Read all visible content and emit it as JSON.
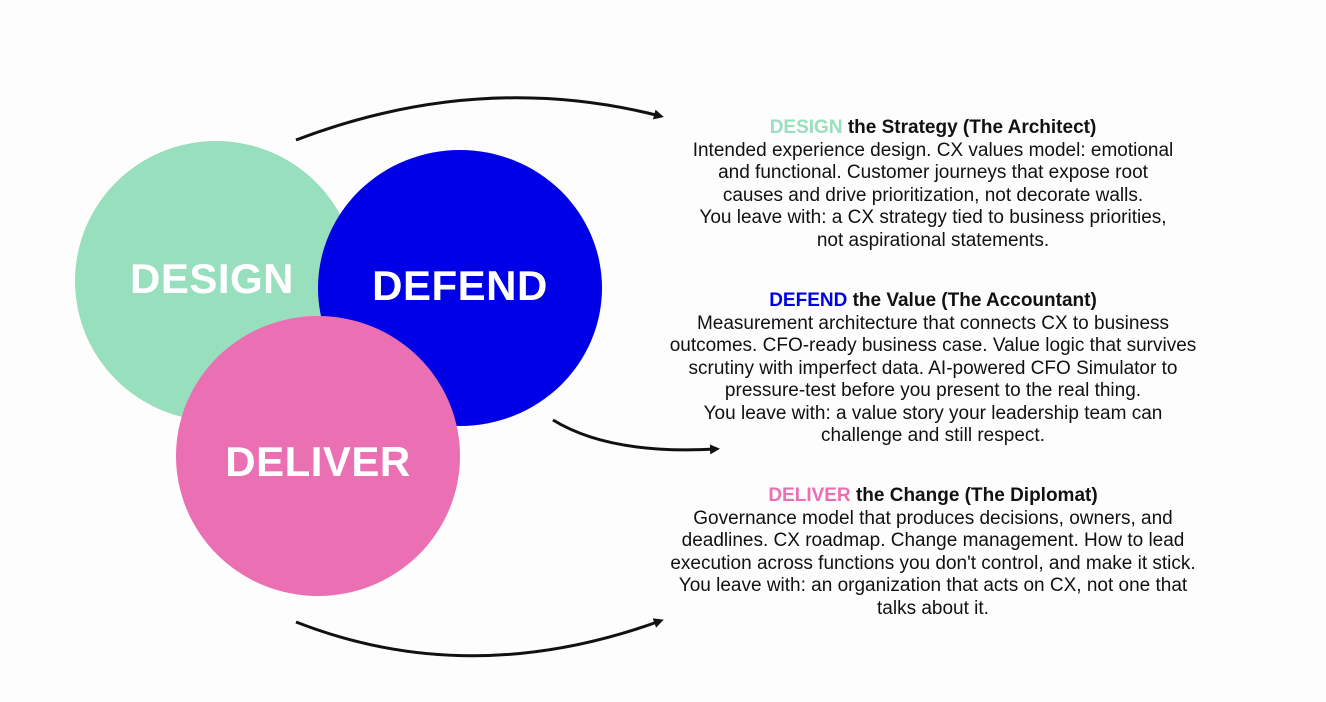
{
  "colors": {
    "design": "#98dfbd",
    "defend": "#0000e6",
    "deliver": "#ea6fb3",
    "text": "#111111",
    "arrow": "#111111",
    "circle_text": "#ffffff"
  },
  "circles": {
    "design": "DESIGN",
    "defend": "DEFEND",
    "deliver": "DELIVER"
  },
  "sections": [
    {
      "keyword": "DESIGN",
      "title_rest": " the Strategy (The Architect)",
      "lines": [
        "Intended experience design. CX values model: emotional",
        "and functional. Customer journeys that expose root",
        "causes and drive prioritization, not decorate walls.",
        "You leave with: a CX strategy tied to business priorities,",
        "not aspirational statements."
      ]
    },
    {
      "keyword": "DEFEND",
      "title_rest": " the Value (The Accountant)",
      "lines": [
        "Measurement architecture that connects CX to business",
        "outcomes. CFO-ready business case. Value logic that survives",
        "scrutiny with imperfect data. AI-powered CFO Simulator to",
        "pressure-test before you present to the real thing.",
        "You leave with: a value story your leadership team can",
        "challenge and still respect."
      ]
    },
    {
      "keyword": "DELIVER",
      "title_rest": " the Change (The Diplomat)",
      "lines": [
        "Governance model that produces decisions, owners, and",
        "deadlines. CX roadmap. Change management. How to lead",
        "execution across functions you don't control, and make it stick.",
        "You leave with: an organization that acts on CX, not one that",
        "talks about it."
      ]
    }
  ]
}
